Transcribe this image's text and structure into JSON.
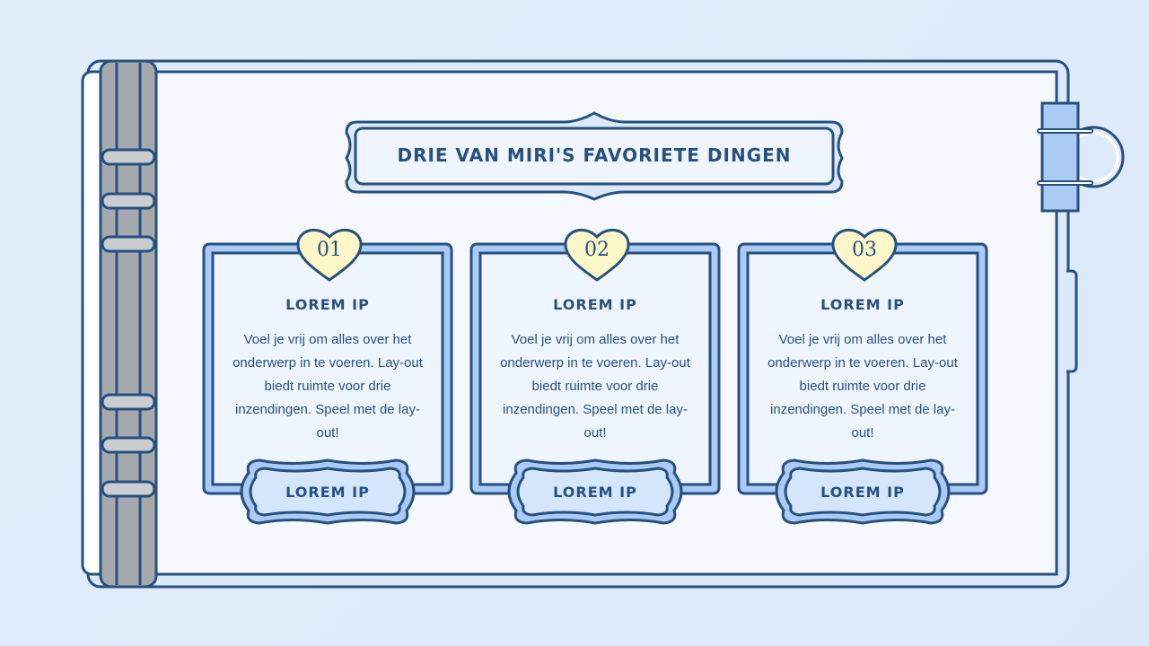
{
  "title": "Drie van Miri's favoriete dingen",
  "cards": [
    {
      "number": "01",
      "title": "Lorem ip",
      "body": "Voel je vrij om alles over het onderwerp in te voeren. Lay-out biedt ruimte voor drie inzendingen. Speel met de lay-out!",
      "button": "Lorem ip"
    },
    {
      "number": "02",
      "title": "Lorem ip",
      "body": "Voel je vrij om alles over het onderwerp in te voeren. Lay-out biedt ruimte voor drie inzendingen. Speel met de lay-out!",
      "button": "Lorem ip"
    },
    {
      "number": "03",
      "title": "Lorem ip",
      "body": "Voel je vrij om alles over het onderwerp in te voeren. Lay-out biedt ruimte voor drie inzendingen. Speel met de lay-out!",
      "button": "Lorem ip"
    }
  ],
  "colors": {
    "outline": "#27507f",
    "page": "#f5f9ff",
    "card_frame": "#a9cbf6",
    "heart": "#fdf6c9",
    "spine": "#a5a9ae",
    "ring": "#c9cdd2",
    "clip": "#a9cbf6"
  },
  "icons": [
    "binder-spine",
    "binder-rings",
    "binder-clip-icon",
    "heart-badge-icon"
  ]
}
